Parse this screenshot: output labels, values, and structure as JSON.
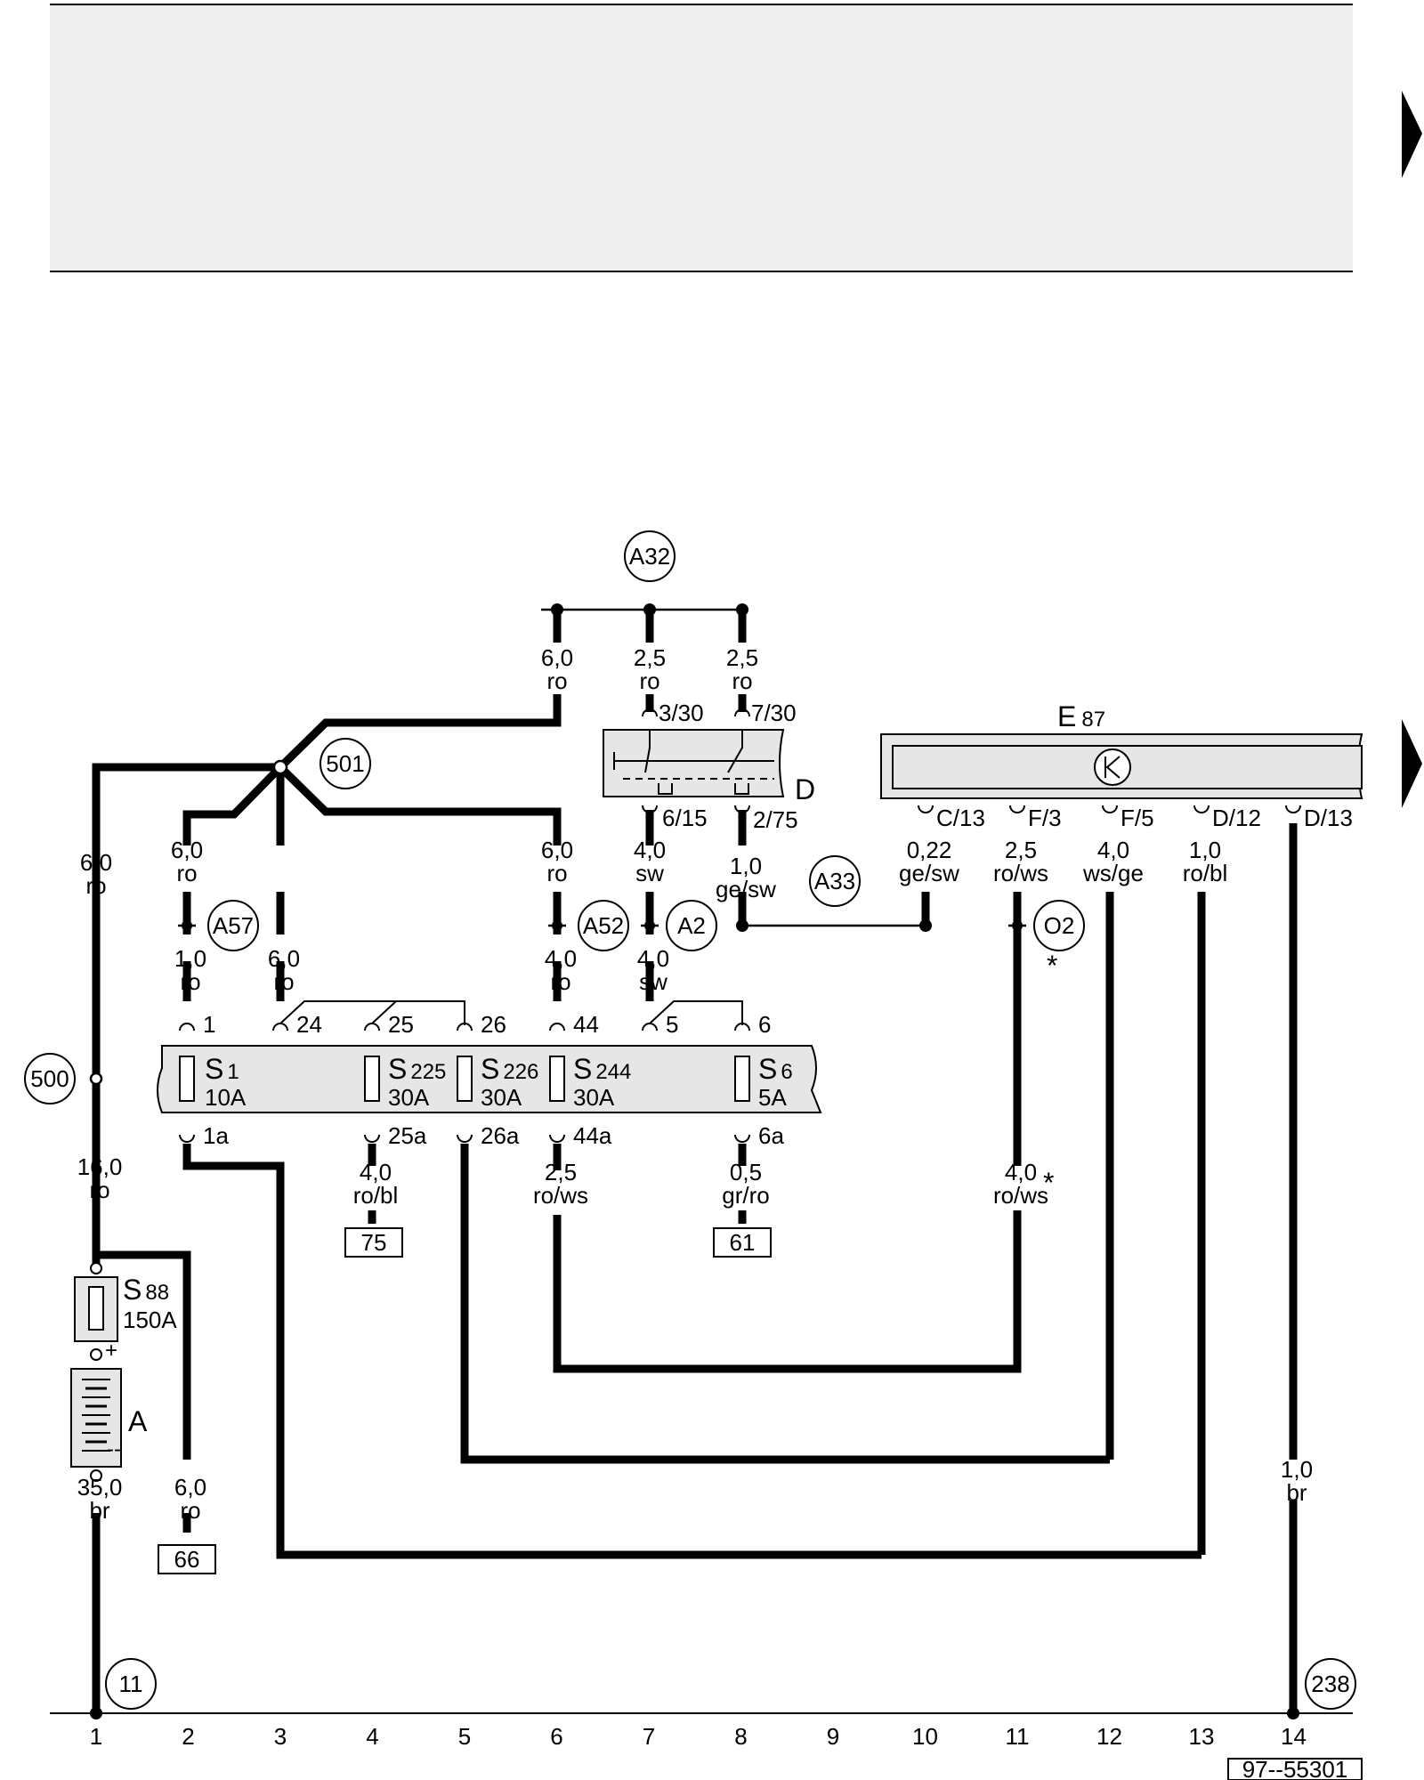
{
  "header": {
    "box_color": "#eeeeee"
  },
  "page_arrows": [
    "right-triangle-arrow",
    "right-triangle-arrow"
  ],
  "components": {
    "battery": {
      "label": "A"
    },
    "relay": {
      "label": "D",
      "pins": [
        "3/30",
        "7/30",
        "6/15",
        "2/75"
      ]
    },
    "control_unit": {
      "prefix": "E",
      "num": "87",
      "pins": [
        "C/13",
        "F/3",
        "F/5",
        "D/12",
        "D/13"
      ]
    },
    "main_fuse": {
      "prefix": "S",
      "num": "88",
      "rating": "150A"
    },
    "fuses": [
      {
        "prefix": "S",
        "num": "1",
        "rating": "10A"
      },
      {
        "prefix": "S",
        "num": "225",
        "rating": "30A"
      },
      {
        "prefix": "S",
        "num": "226",
        "rating": "30A"
      },
      {
        "prefix": "S",
        "num": "244",
        "rating": "30A"
      },
      {
        "prefix": "S",
        "num": "6",
        "rating": "5A"
      }
    ],
    "fuse_pins_top": [
      "1",
      "24",
      "25",
      "26",
      "44",
      "5",
      "6"
    ],
    "fuse_pins_bottom": [
      "1a",
      "25a",
      "26a",
      "44a",
      "6a"
    ],
    "battery_plus": "+",
    "battery_minus": "--"
  },
  "circled_labels": [
    "A32",
    "501",
    "500",
    "A57",
    "A52",
    "A2",
    "A33",
    "O2",
    "11",
    "238"
  ],
  "boxed_refs": [
    "75",
    "61",
    "66"
  ],
  "wires": [
    [
      "6,0",
      "ro"
    ],
    [
      "2,5",
      "ro"
    ],
    [
      "2,5",
      "ro"
    ],
    [
      "6,0",
      "ro"
    ],
    [
      "6,0",
      "ro"
    ],
    [
      "6,0",
      "ro"
    ],
    [
      "4,0",
      "sw"
    ],
    [
      "1,0",
      "ge/sw"
    ],
    [
      "0,22",
      "ge/sw"
    ],
    [
      "2,5",
      "ro/ws"
    ],
    [
      "4,0",
      "ws/ge"
    ],
    [
      "1,0",
      "ro/bl"
    ],
    [
      "1,0",
      "ro"
    ],
    [
      "6,0",
      "ro"
    ],
    [
      "4,0",
      "ro"
    ],
    [
      "4,0",
      "sw"
    ],
    [
      "16,0",
      "ro"
    ],
    [
      "4,0",
      "ro/bl"
    ],
    [
      "2,5",
      "ro/ws"
    ],
    [
      "0,5",
      "gr/ro"
    ],
    [
      "4,0",
      "ro/ws"
    ],
    [
      "35,0",
      "br"
    ],
    [
      "6,0",
      "ro"
    ],
    [
      "1,0",
      "br"
    ]
  ],
  "asterisk": "*",
  "ground_bar_numbers": [
    "1",
    "2",
    "3",
    "4",
    "5",
    "6",
    "7",
    "8",
    "9",
    "10",
    "11",
    "12",
    "13",
    "14"
  ],
  "figure_code": "97--55301"
}
